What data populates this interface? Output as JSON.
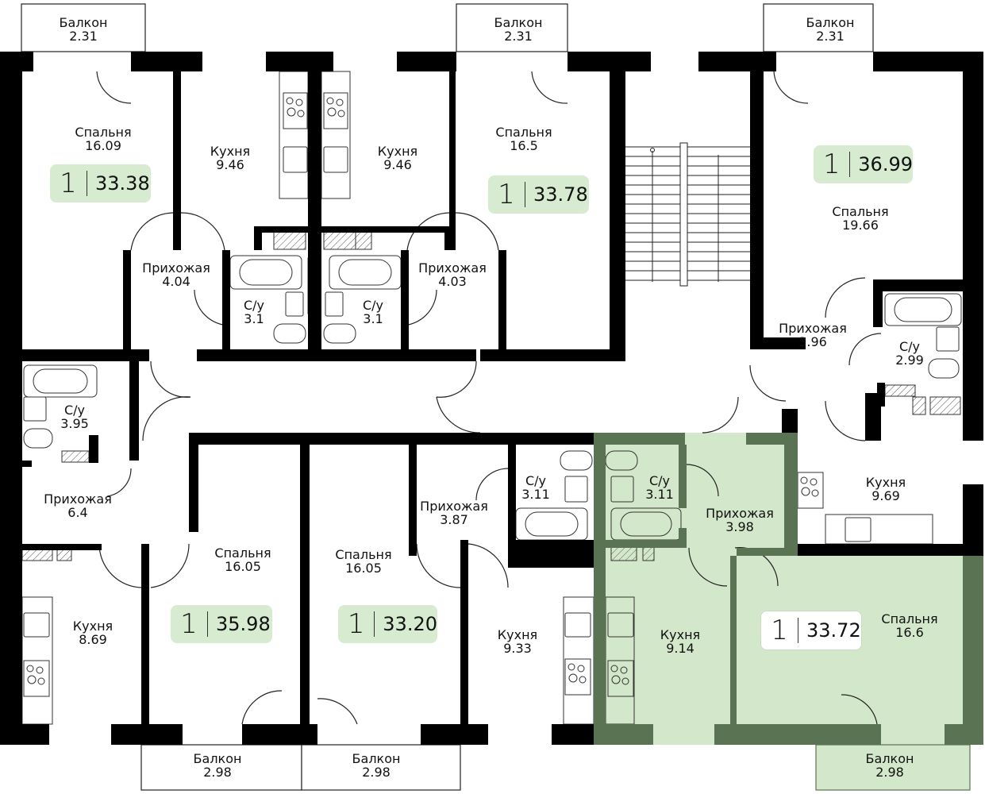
{
  "colors": {
    "wall": "#000000",
    "highlight_wall": "#5a7352",
    "highlight_fill": "#d3e8cb",
    "badge_fill": "#d6ebd0",
    "badge_selected": "#ffffff"
  },
  "rooms": [
    {
      "name": "Балкон",
      "area": "2.31"
    },
    {
      "name": "Балкон",
      "area": "2.31"
    },
    {
      "name": "Балкон",
      "area": "2.31"
    },
    {
      "name": "Спальня",
      "area": "16.09"
    },
    {
      "name": "Кухня",
      "area": "9.46"
    },
    {
      "name": "Кухня",
      "area": "9.46"
    },
    {
      "name": "Спальня",
      "area": "16.5"
    },
    {
      "name": "Спальня",
      "area": "19.66"
    },
    {
      "name": "Прихожая",
      "area": "4.04"
    },
    {
      "name": "С/у",
      "area": "3.1"
    },
    {
      "name": "С/у",
      "area": "3.1"
    },
    {
      "name": "Прихожая",
      "area": "4.03"
    },
    {
      "name": "Прихожая",
      "area": "3.96"
    },
    {
      "name": "С/у",
      "area": "2.99"
    },
    {
      "name": "С/у",
      "area": "3.95"
    },
    {
      "name": "Прихожая",
      "area": "6.4"
    },
    {
      "name": "С/у",
      "area": "3.11"
    },
    {
      "name": "С/у",
      "area": "3.11"
    },
    {
      "name": "Прихожая",
      "area": "3.87"
    },
    {
      "name": "Прихожая",
      "area": "3.98"
    },
    {
      "name": "Кухня",
      "area": "9.69"
    },
    {
      "name": "Спальня",
      "area": "16.05"
    },
    {
      "name": "Спальня",
      "area": "16.05"
    },
    {
      "name": "Кухня",
      "area": "8.69"
    },
    {
      "name": "Кухня",
      "area": "9.33"
    },
    {
      "name": "Кухня",
      "area": "9.14"
    },
    {
      "name": "Спальня",
      "area": "16.6"
    },
    {
      "name": "Балкон",
      "area": "2.98"
    },
    {
      "name": "Балкон",
      "area": "2.98"
    },
    {
      "name": "Балкон",
      "area": "2.98"
    }
  ],
  "apartments": [
    {
      "rooms": "1",
      "area": "33.38",
      "selected": false
    },
    {
      "rooms": "1",
      "area": "33.78",
      "selected": false
    },
    {
      "rooms": "1",
      "area": "36.99",
      "selected": false
    },
    {
      "rooms": "1",
      "area": "35.98",
      "selected": false
    },
    {
      "rooms": "1",
      "area": "33.20",
      "selected": false
    },
    {
      "rooms": "1",
      "area": "33.72",
      "selected": true
    }
  ]
}
